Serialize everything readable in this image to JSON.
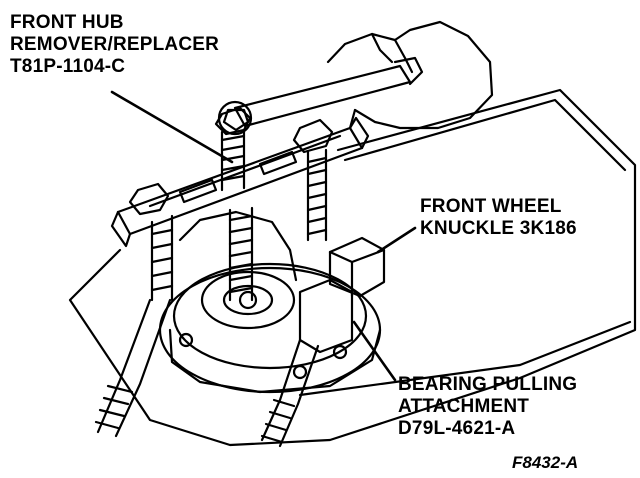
{
  "labels": {
    "hub_tool": {
      "line1": "FRONT HUB",
      "line2": "REMOVER/REPLACER",
      "line3": "T81P-1104-C"
    },
    "knuckle": {
      "line1": "FRONT WHEEL",
      "line2": "KNUCKLE 3K186"
    },
    "bearing_attachment": {
      "line1": "BEARING PULLING",
      "line2": "ATTACHMENT",
      "line3": "D79L-4621-A"
    }
  },
  "figure_id": "F8432-A"
}
